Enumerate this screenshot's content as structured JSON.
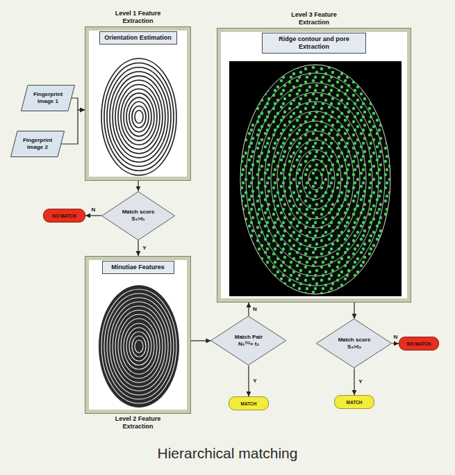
{
  "diagram": {
    "caption": "Hierarchical matching",
    "nodes": [
      {
        "text": [
          "Level 1 Feature Extraction"
        ]
      },
      {
        "text": [
          "Orientation Estimation"
        ],
        "in": 0
      },
      {
        "text": [
          "Level 3 Feature Extraction"
        ]
      },
      {
        "text": [
          "Ridge contour and pore Extraction"
        ],
        "in": 2
      },
      {
        "text": [
          "Fingerprint Image 1"
        ]
      },
      {
        "text": [
          "Fingerprint Image 2"
        ]
      },
      {
        "text": [
          "Match score S₁>t₁"
        ]
      },
      {
        "text": [
          "NO MATCH"
        ]
      },
      {
        "text": [
          "Level 2 Feature Extraction"
        ]
      },
      {
        "text": [
          "Minutiae Features"
        ],
        "in": 8
      },
      {
        "text": [
          "Match Pair N₂ᵀᴳ> t₂"
        ]
      },
      {
        "text": [
          "Match score S₃>t₃"
        ]
      },
      {
        "text": [
          "NO MATCH"
        ]
      },
      {
        "text": [
          "MATCH"
        ]
      },
      {
        "text": [
          "MATCH"
        ]
      }
    ],
    "edges": [
      {
        "from": 4,
        "to": 0,
        "arrow": "to"
      },
      {
        "from": 5,
        "to": 0,
        "arrow": "to"
      },
      {
        "from": 0,
        "to": 6,
        "arrow": "to"
      },
      {
        "from": 6,
        "to": 7,
        "label": "N",
        "arrow": "to"
      },
      {
        "from": 6,
        "to": 8,
        "label": "Y",
        "arrow": "to"
      },
      {
        "from": 8,
        "to": 10,
        "arrow": "to"
      },
      {
        "from": 10,
        "to": 2,
        "label": "N",
        "arrow": "to"
      },
      {
        "from": 10,
        "to": 13,
        "label": "Y",
        "arrow": "to"
      },
      {
        "from": 2,
        "to": 11,
        "arrow": "to"
      },
      {
        "from": 11,
        "to": 12,
        "label": "N",
        "arrow": "to"
      },
      {
        "from": 11,
        "to": 14,
        "label": "Y",
        "arrow": "to"
      }
    ]
  }
}
